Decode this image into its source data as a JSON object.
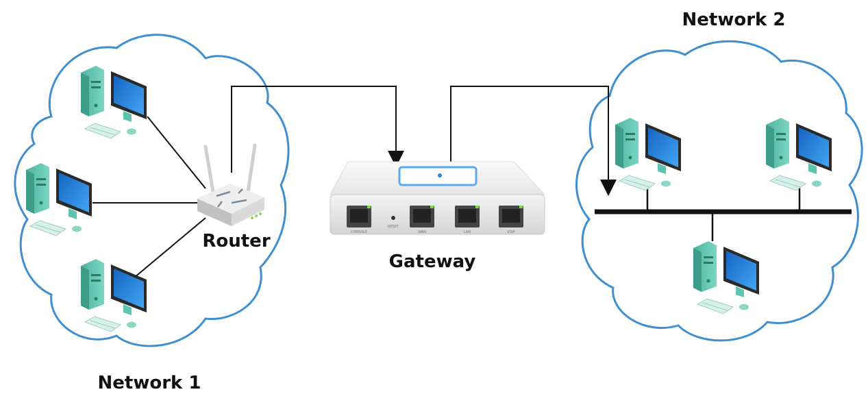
{
  "labels": {
    "network_1": "Network 1",
    "network_2": "Network 2",
    "router": "Router",
    "gateway": "Gateway"
  },
  "gateway_ports": [
    "CONSOLE",
    "RESET",
    "WAN",
    "LAN",
    "VOIP"
  ],
  "colors": {
    "cloud_outline": "#3f8fd0",
    "link": "#111111",
    "pc_tower": "#5ec4b0",
    "monitor_screen": "#1e88e5",
    "router_body": "#e8e8e8",
    "gateway_body": "#f2f2f2",
    "port_led": "#7ed957"
  },
  "icons": {
    "computer": "desktop-computer-icon",
    "router": "wireless-router-icon",
    "gateway": "gateway-device-icon",
    "cloud": "network-cloud-icon"
  }
}
